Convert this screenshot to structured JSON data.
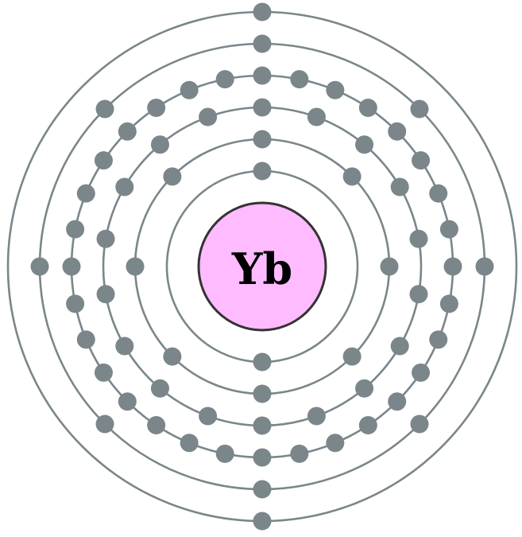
{
  "element": {
    "symbol": "Yb"
  },
  "shells": [
    {
      "electrons": 2
    },
    {
      "electrons": 8
    },
    {
      "electrons": 18
    },
    {
      "electrons": 32
    },
    {
      "electrons": 8
    },
    {
      "electrons": 2
    }
  ],
  "colors": {
    "shell": "#7a868a",
    "electron": "#7a868a",
    "nucleus_fill": "#ffbbff",
    "nucleus_stroke": "#333333",
    "symbol": "#000000"
  }
}
